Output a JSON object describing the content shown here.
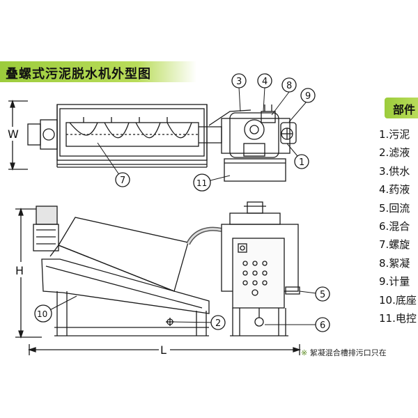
{
  "title": "叠螺式污泥脱水机外型图",
  "parts_title": "部件",
  "parts": [
    "1.污泥",
    "2.滤液",
    "3.供水",
    "4.药液",
    "5.回流",
    "6.混合",
    "7.螺旋",
    "8.絮凝",
    "9.计量",
    "10.底座",
    "11.电控"
  ],
  "callouts": [
    "1",
    "2",
    "3",
    "4",
    "5",
    "6",
    "7",
    "8",
    "9",
    "10",
    "11"
  ],
  "dimensions": {
    "width": "W",
    "height": "H",
    "length": "L"
  },
  "note": {
    "mark": "※",
    "text": "絮凝混合槽排污口只在"
  }
}
